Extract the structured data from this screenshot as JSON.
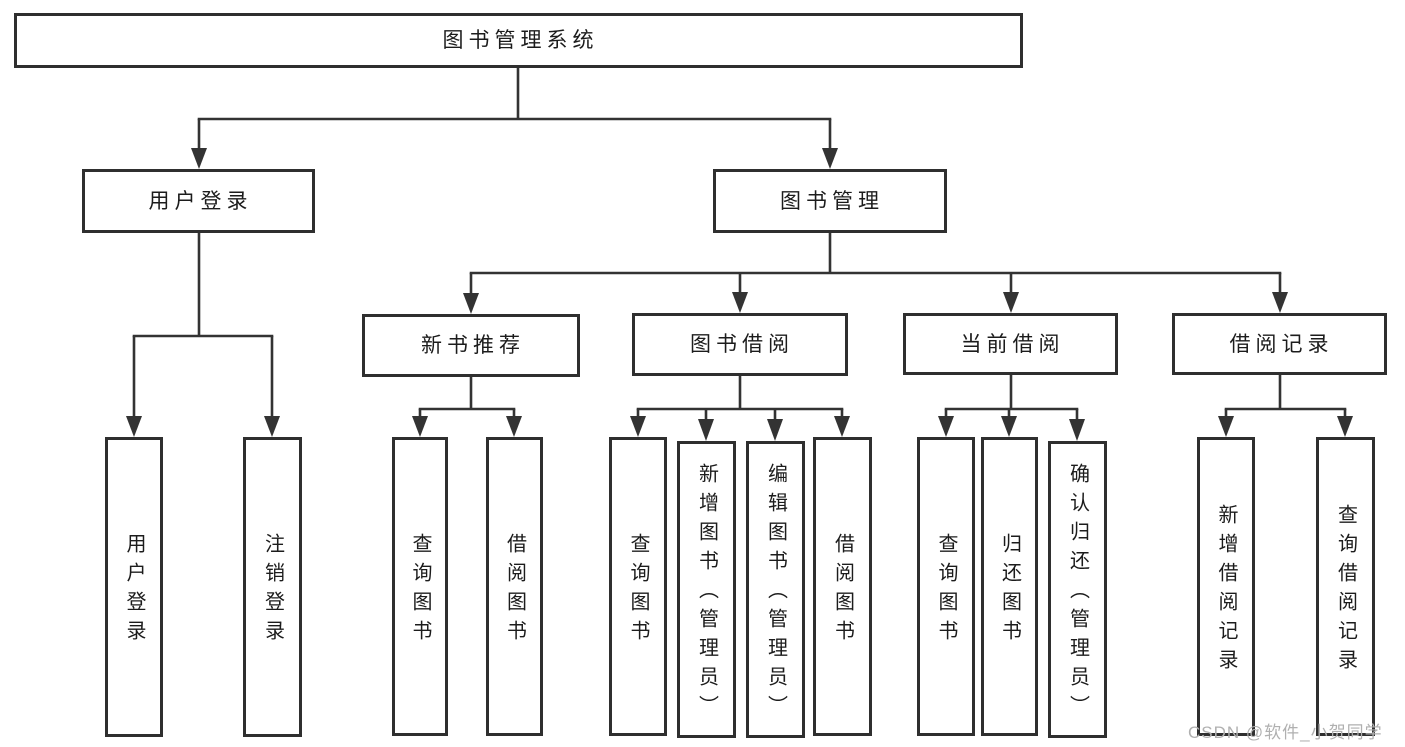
{
  "diagram_title": "图书管理系统",
  "tree": {
    "root": {
      "label": "图书管理系统",
      "children": [
        {
          "label": "用户登录",
          "children": [
            {
              "label": "用户登录"
            },
            {
              "label": "注销登录"
            }
          ]
        },
        {
          "label": "图书管理",
          "children": [
            {
              "label": "新书推荐",
              "children": [
                {
                  "label": "查询图书"
                },
                {
                  "label": "借阅图书"
                }
              ]
            },
            {
              "label": "图书借阅",
              "children": [
                {
                  "label": "查询图书"
                },
                {
                  "label": "新增图书（管理员）"
                },
                {
                  "label": "编辑图书（管理员）"
                },
                {
                  "label": "借阅图书"
                }
              ]
            },
            {
              "label": "当前借阅",
              "children": [
                {
                  "label": "查询图书"
                },
                {
                  "label": "归还图书"
                },
                {
                  "label": "确认归还（管理员）"
                }
              ]
            },
            {
              "label": "借阅记录",
              "children": [
                {
                  "label": "新增借阅记录"
                },
                {
                  "label": "查询借阅记录"
                }
              ]
            }
          ]
        }
      ]
    }
  },
  "watermark": "CSDN @软件_小贺同学",
  "colors": {
    "background": "#ffffff",
    "line": "#333333",
    "border": "#2f2f2f",
    "text": "#1c1c1c",
    "watermark": "#b0b0b0"
  }
}
